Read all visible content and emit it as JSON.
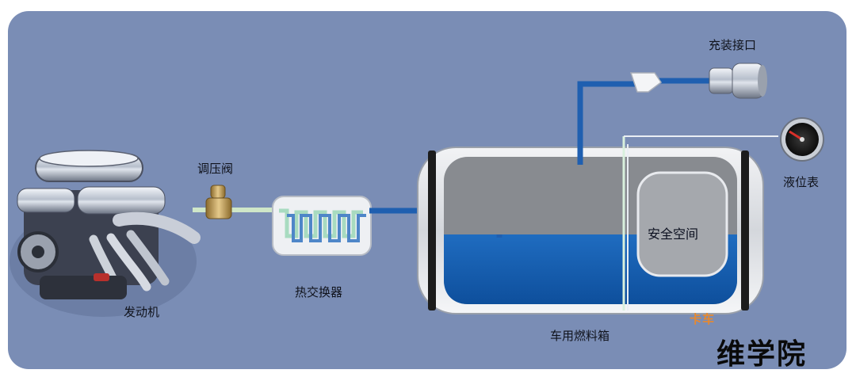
{
  "labels": {
    "engine": "发动机",
    "regulator": "调压阀",
    "heat_exchanger": "热交换器",
    "filling_port": "充装接口",
    "level_gauge": "液位表",
    "safety_space": "安全空间",
    "fuel_tank": "车用燃料箱"
  },
  "watermark": {
    "small": "卡车",
    "large": "维学院"
  }
}
